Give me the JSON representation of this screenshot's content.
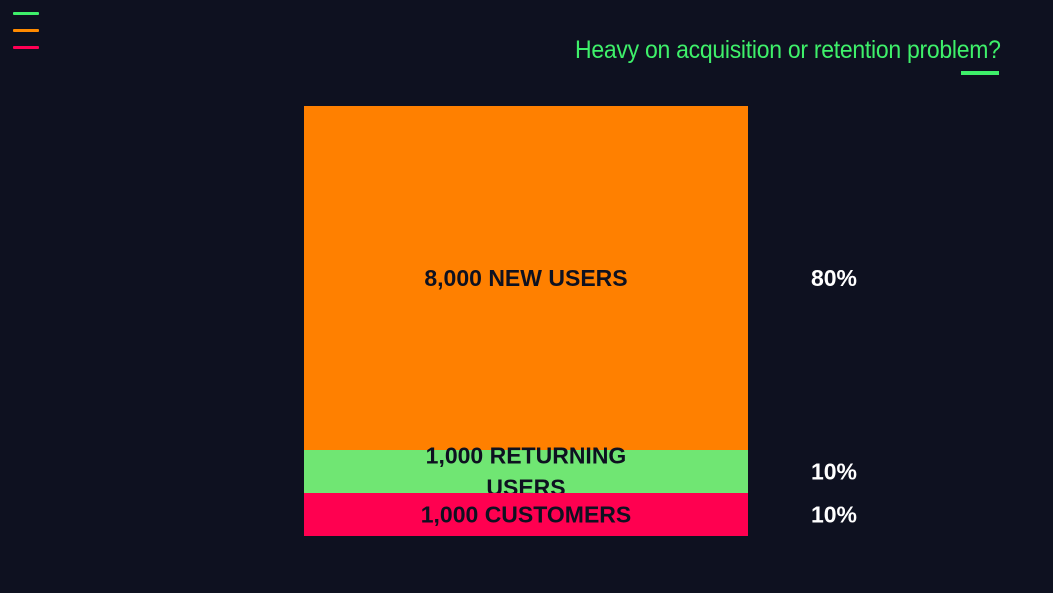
{
  "header": {
    "title": "Heavy on acquisition or retention problem?",
    "menu_colors": [
      "#3ef06a",
      "#ff8a00",
      "#ff0055"
    ],
    "accent": "#3ef06a"
  },
  "chart_data": {
    "type": "bar",
    "stacked": true,
    "title": "",
    "xlabel": "",
    "ylabel": "",
    "series": [
      {
        "label_lines": [
          "8,000 NEW USERS"
        ],
        "value": 8000,
        "percent_label": "80%",
        "color": "#ff8000"
      },
      {
        "label_lines": [
          "1,000 RETURNING",
          "USERS"
        ],
        "value": 1000,
        "percent_label": "10%",
        "color": "#70e673"
      },
      {
        "label_lines": [
          "1,000 CUSTOMERS"
        ],
        "value": 1000,
        "percent_label": "10%",
        "color": "#ff0050"
      }
    ]
  }
}
